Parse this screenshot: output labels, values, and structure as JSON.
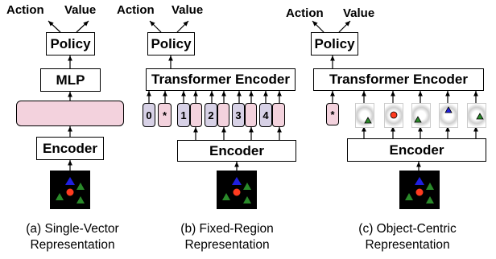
{
  "panel_a": {
    "action": "Action",
    "value": "Value",
    "policy": "Policy",
    "mlp": "MLP",
    "encoder": "Encoder",
    "caption_line1": "(a) Single-Vector",
    "caption_line2": "Representation"
  },
  "panel_b": {
    "action": "Action",
    "value": "Value",
    "policy": "Policy",
    "transformer": "Transformer Encoder",
    "encoder": "Encoder",
    "tokens": [
      "0",
      "*",
      "1",
      "",
      "2",
      "",
      "3",
      "",
      "4",
      ""
    ],
    "caption_line1": "(b) Fixed-Region",
    "caption_line2": "Representation"
  },
  "panel_c": {
    "action": "Action",
    "value": "Value",
    "policy": "Policy",
    "transformer": "Transformer Encoder",
    "encoder": "Encoder",
    "star_token": "*",
    "caption_line1": "(c) Object-Centric",
    "caption_line2": "Representation"
  },
  "colors": {
    "pink": "#f3d2dd",
    "lavender": "#d7d1e6",
    "scene_bg": "#000000",
    "blue_triangle": "#1f1fe0",
    "red_circle": "#ff3b1f",
    "green_triangle": "#2a8a2a"
  }
}
